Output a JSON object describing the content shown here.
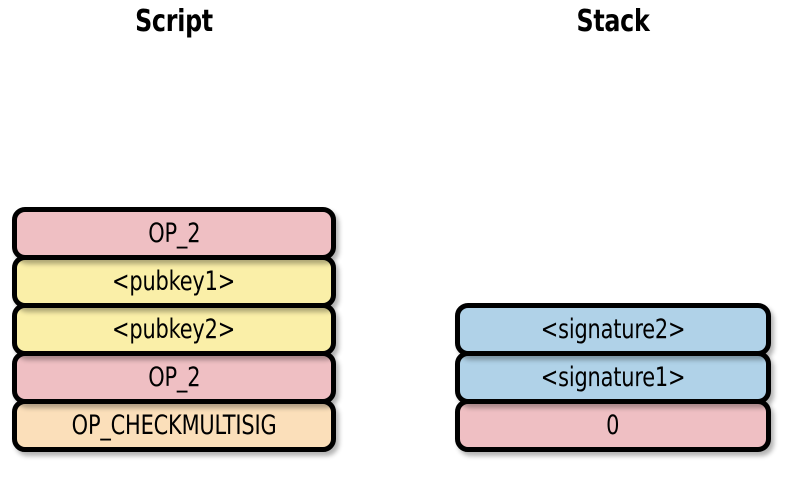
{
  "columns": [
    {
      "id": "script",
      "title": "Script",
      "items": [
        {
          "label": "OP_2",
          "color_name": "pink",
          "color": "#efbfc3"
        },
        {
          "label": "<pubkey1>",
          "color_name": "yellow",
          "color": "#faefa8"
        },
        {
          "label": "<pubkey2>",
          "color_name": "yellow",
          "color": "#faefa8"
        },
        {
          "label": "OP_2",
          "color_name": "pink",
          "color": "#efbfc3"
        },
        {
          "label": "OP_CHECKMULTISIG",
          "color_name": "peach",
          "color": "#fbdfba"
        }
      ]
    },
    {
      "id": "stack",
      "title": "Stack",
      "items": [
        {
          "label": "<signature2>",
          "color_name": "blue",
          "color": "#b0d2e8"
        },
        {
          "label": "<signature1>",
          "color_name": "blue",
          "color": "#b0d2e8"
        },
        {
          "label": "0",
          "color_name": "pink",
          "color": "#efbfc3"
        }
      ]
    }
  ],
  "palette": {
    "pink": "#efbfc3",
    "yellow": "#faefa8",
    "peach": "#fbdfba",
    "blue": "#b0d2e8",
    "border": "#000000",
    "background": "#ffffff",
    "text": "#000000"
  }
}
